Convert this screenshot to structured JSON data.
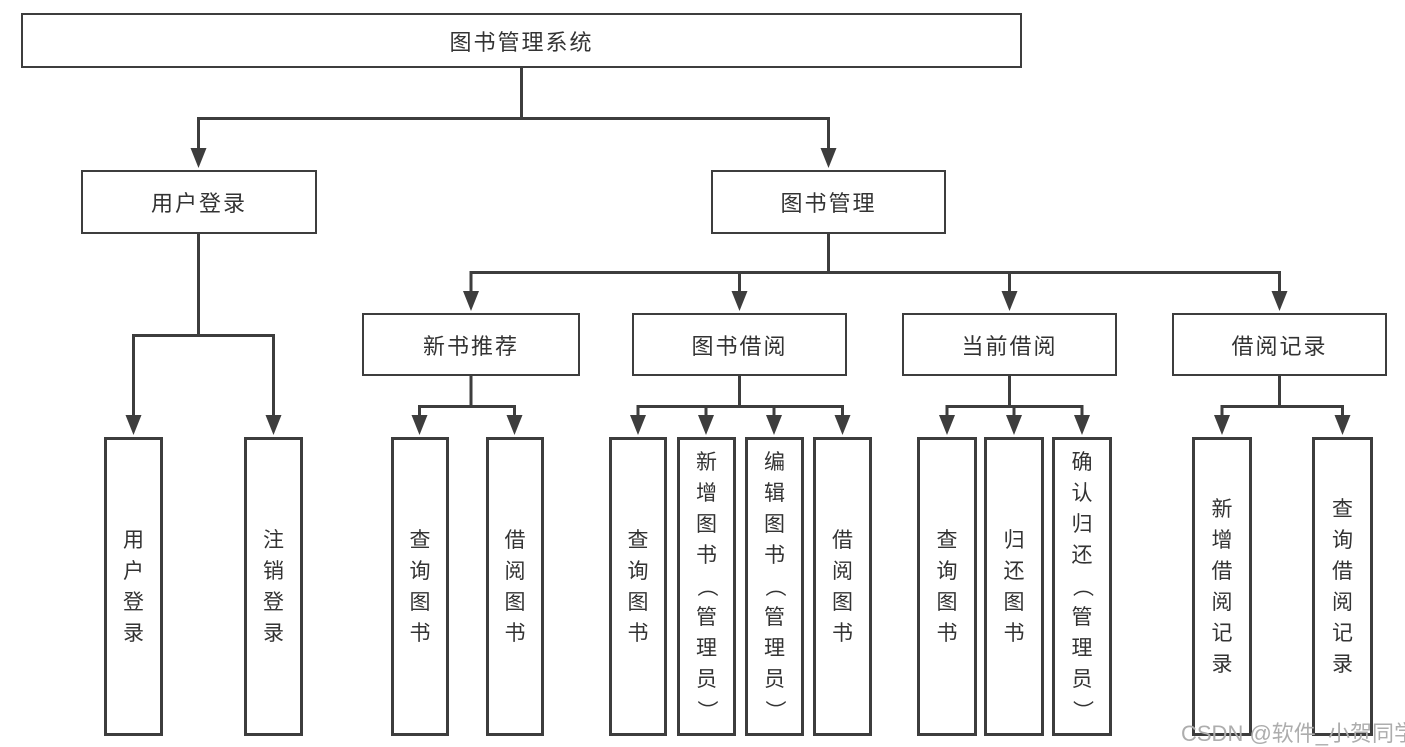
{
  "diagram": {
    "title": "图书管理系统",
    "branches": [
      {
        "label": "用户登录",
        "children": [
          {
            "label": "用户登录"
          },
          {
            "label": "注销登录"
          }
        ]
      },
      {
        "label": "图书管理",
        "children": [
          {
            "label": "新书推荐",
            "children": [
              {
                "label": "查询图书"
              },
              {
                "label": "借阅图书"
              }
            ]
          },
          {
            "label": "图书借阅",
            "children": [
              {
                "label": "查询图书"
              },
              {
                "label": "新增图书（管理员）"
              },
              {
                "label": "编辑图书（管理员）"
              },
              {
                "label": "借阅图书"
              }
            ]
          },
          {
            "label": "当前借阅",
            "children": [
              {
                "label": "查询图书"
              },
              {
                "label": "归还图书"
              },
              {
                "label": "确认归还（管理员）"
              }
            ]
          },
          {
            "label": "借阅记录",
            "children": [
              {
                "label": "新增借阅记录"
              },
              {
                "label": "查询借阅记录"
              }
            ]
          }
        ]
      }
    ]
  },
  "watermark": {
    "text": "CSDN @软件_小贺同学"
  },
  "colors": {
    "line": "#3d3d3d",
    "box_border": "#3d3d3d",
    "text": "#333333",
    "watermark": "#adadad",
    "background": "#ffffff"
  }
}
